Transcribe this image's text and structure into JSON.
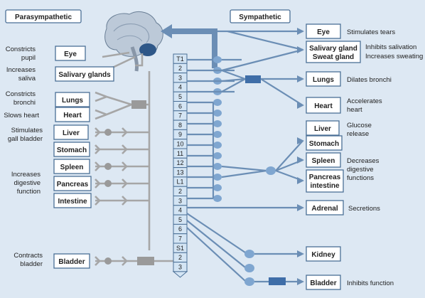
{
  "headers": {
    "parasympathetic": "Parasympathetic",
    "sympathetic": "Sympathetic"
  },
  "para": {
    "organs": [
      "Eye",
      "Salivary glands",
      "Lungs",
      "Heart",
      "Liver",
      "Stomach",
      "Spleen",
      "Pancreas",
      "Intestine",
      "Bladder"
    ],
    "effects": [
      [
        "Constricts",
        "pupil"
      ],
      [
        "Increases",
        "saliva"
      ],
      [
        "Constricts",
        "bronchi"
      ],
      [
        "Slows heart"
      ],
      [
        "Stimulates",
        "gall bladder"
      ],
      [
        "Increases",
        "digestive",
        "function"
      ],
      [
        "Contracts",
        "bladder"
      ]
    ]
  },
  "spine": {
    "segments": [
      "T1",
      "2",
      "3",
      "4",
      "5",
      "6",
      "7",
      "8",
      "9",
      "10",
      "11",
      "12",
      "13",
      "L1",
      "2",
      "3",
      "4",
      "5",
      "6",
      "7",
      "S1",
      "2",
      "3"
    ]
  },
  "symp": {
    "organs": [
      [
        "Eye"
      ],
      [
        "Salivary gland",
        "Sweat gland"
      ],
      [
        "Lungs"
      ],
      [
        "Heart"
      ],
      [
        "Liver"
      ],
      [
        "Stomach"
      ],
      [
        "Spleen"
      ],
      [
        "Pancreas",
        "intestine"
      ],
      [
        "Adrenal"
      ],
      [
        "Kidney"
      ],
      [
        "Bladder"
      ]
    ],
    "effects": [
      [
        "Stimulates tears"
      ],
      [
        "Inhibits salivation",
        "Increases sweating"
      ],
      [
        "Dilates bronchi"
      ],
      [
        "Accelerates",
        "heart"
      ],
      [
        "Glucose",
        "release"
      ],
      [
        "Decreases",
        "digestive",
        "functions"
      ],
      [
        "Secretions"
      ],
      [
        "Inhibits function"
      ]
    ]
  },
  "colors": {
    "background": "#dde8f3",
    "box_border": "#4a6f96",
    "sympathetic_line": "#6b8eb5",
    "parasympathetic_line": "#a6a6a6",
    "ganglion_blue": "#7fa6d0",
    "ganglion_gray": "#9a9a9a"
  }
}
